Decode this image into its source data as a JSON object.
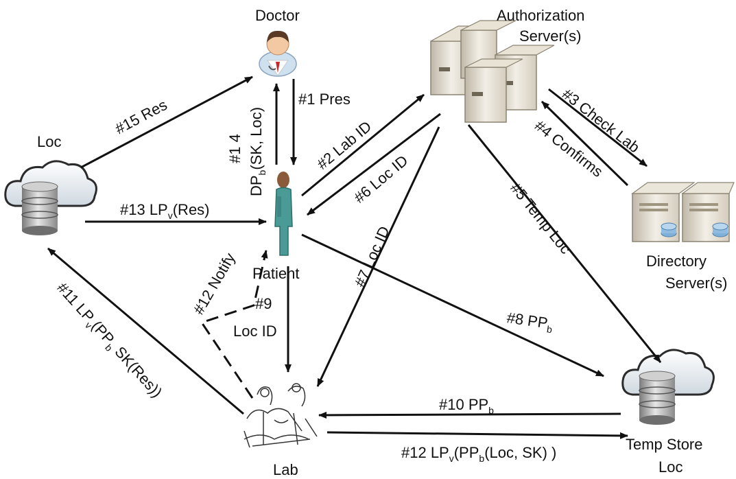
{
  "nodes": {
    "doctor": "Doctor",
    "auth_line1": "Authorization",
    "auth_line2": "Server(s)",
    "loc": "Loc",
    "patient": "Patient",
    "directory_line1": "Directory",
    "directory_line2": "Server(s)",
    "lab": "Lab",
    "temp_line1": "Temp Store",
    "temp_line2": "Loc"
  },
  "edges": {
    "e1": "#1 Pres",
    "e2": "#2 Lab ID",
    "e3": "#3 Check Lab",
    "e4": "#4 Confirms",
    "e5": "#5  Temp Loc",
    "e6": "#6 Loc ID",
    "e7": "#7  Loc ID",
    "e8_main": "#8 PP",
    "e8_sub": "b",
    "e9_line1": "#9",
    "e9_line2": "Loc ID",
    "e10_main": "#10 PP",
    "e10_sub": "b",
    "e11_a": "#11 LP",
    "e11_sub1": "v",
    "e11_b": "(PP",
    "e11_sub2": "b",
    "e11_c": " SK(Res))",
    "e12n": "#12 Notify",
    "e12_a": "#12 LP",
    "e12_sub1": "v",
    "e12_b": "(PP",
    "e12_sub2": "b",
    "e12_c": "(Loc, SK) )",
    "e13_a": "#13 LP",
    "e13_sub": "v",
    "e13_b": "(Res)",
    "e14_line1": "#1 4",
    "e14_a": "DP",
    "e14_sub": "b",
    "e14_b": "(SK, Loc)",
    "e15": "#15 Res"
  }
}
